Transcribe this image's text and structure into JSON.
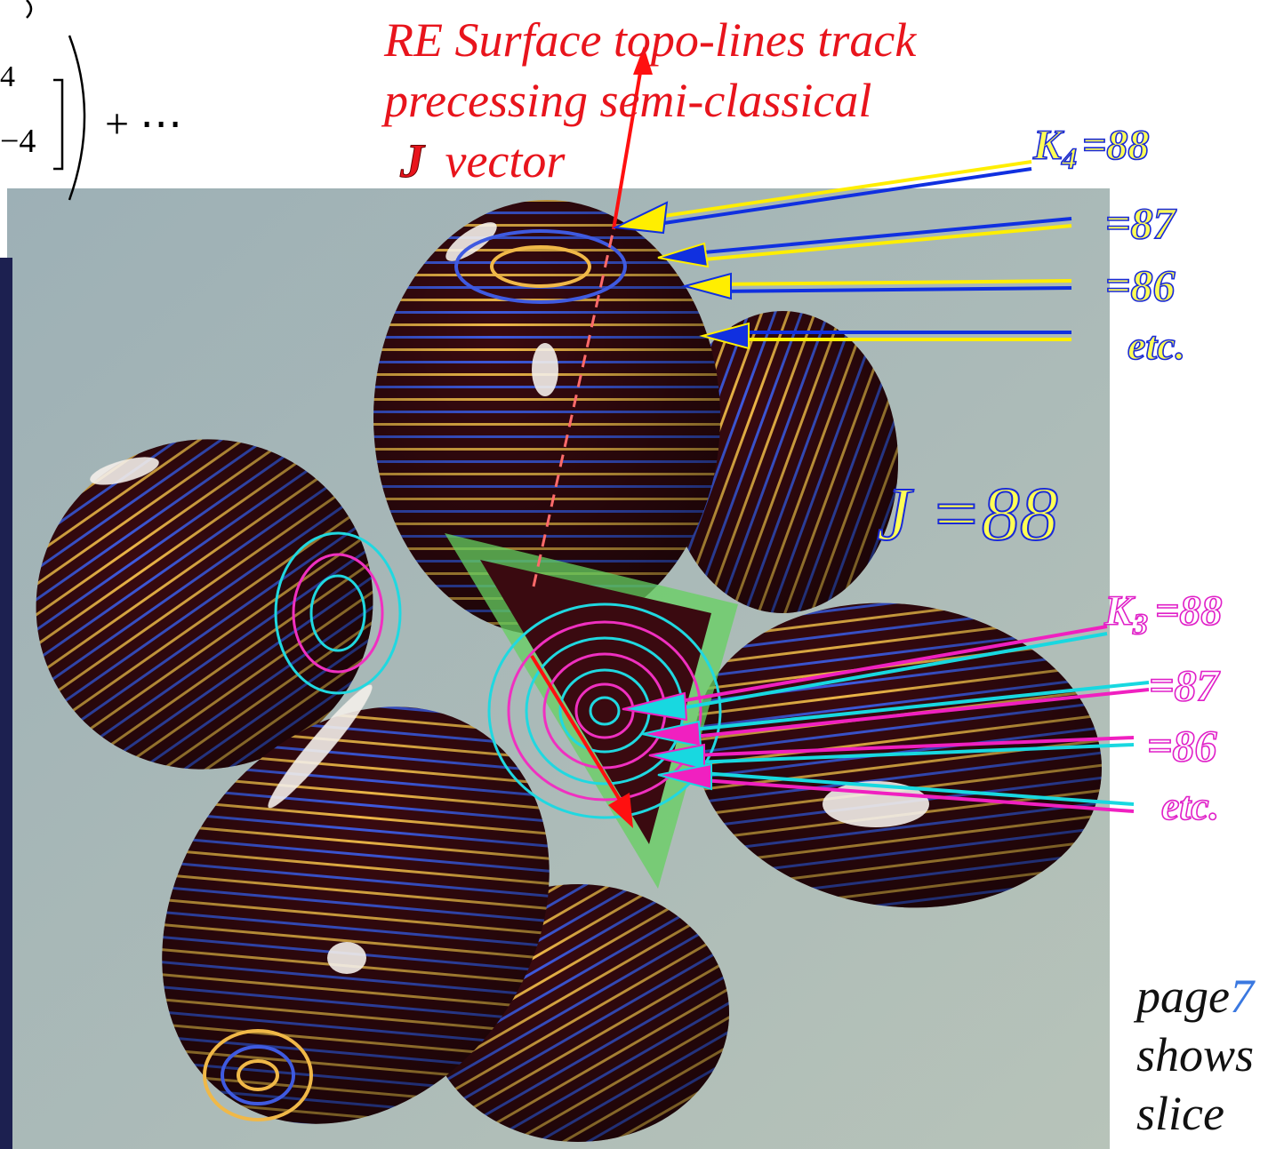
{
  "caption": {
    "line1": "RE Surface  topo-lines  track",
    "line2": "precessing   semi-classical",
    "vector_symbol": "J",
    "vector_word": "vector"
  },
  "k4_labels": {
    "first_sub": "4",
    "first_prefix": "K",
    "first_value": "=88",
    "second": "=87",
    "third": "=86",
    "fourth": "etc."
  },
  "j_label": "J =88",
  "k3_labels": {
    "first_prefix": "K",
    "first_sub": "3",
    "first_value": "=88",
    "second": "=87",
    "third": "=86",
    "fourth": "etc."
  },
  "side_note": {
    "line1_prefix": "page",
    "line1_number": "7",
    "line2": "shows",
    "line3": "slice"
  },
  "math_fragment": {
    "top_exp": "4",
    "bottom_exp": "−4",
    "plus_dots": "+ ⋯"
  },
  "colors": {
    "caption_red": "#e8141c",
    "k4_fill": "#ffff55",
    "k4_stroke": "#1a2ad8",
    "k3_fill": "#ffffff",
    "k3_stroke": "#e020c8",
    "arrow_cyan": "#18d8e0",
    "arrow_magenta": "#f020c0",
    "arrow_yellow": "#ffee00",
    "arrow_blue": "#1030e0",
    "page_number_blue": "#3a78e0"
  }
}
